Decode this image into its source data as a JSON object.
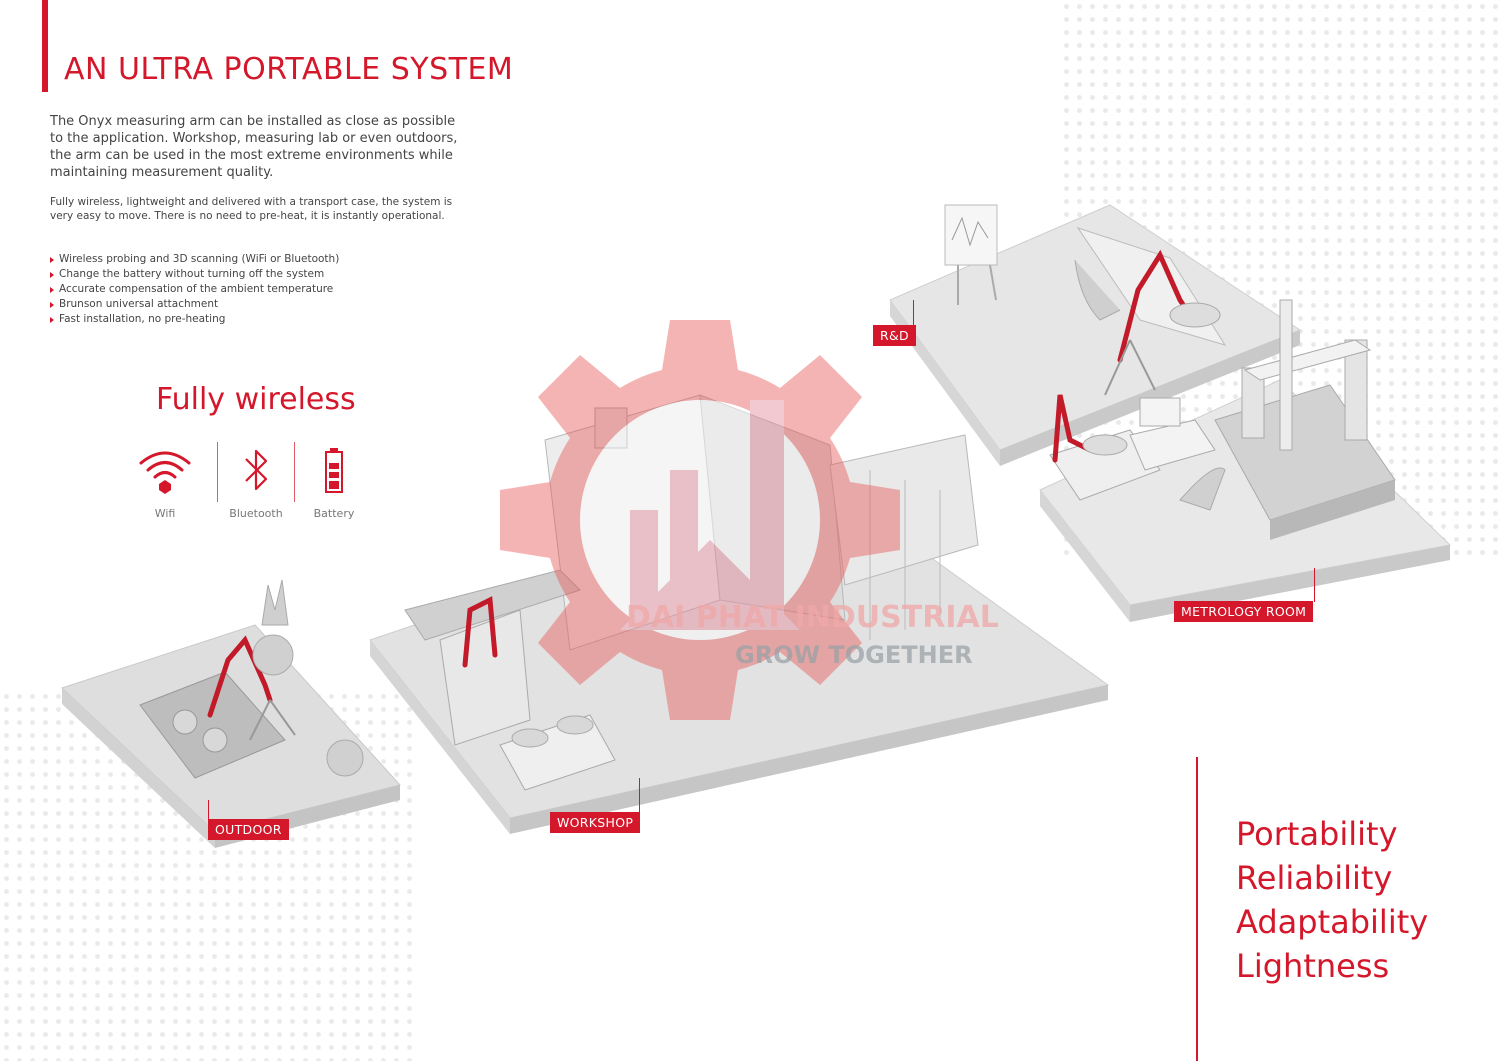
{
  "header": {
    "title": "AN ULTRA PORTABLE SYSTEM"
  },
  "intro": {
    "paragraph1": "The Onyx measuring arm can be installed as close as possible to the application. Workshop, measuring lab or even outdoors, the arm can be used in the most extreme environments while maintaining measurement quality.",
    "paragraph2": "Fully wireless, lightweight and delivered with a transport case, the system is very easy to move. There is no need to pre-heat, it is instantly operational."
  },
  "features": [
    "Wireless probing and 3D scanning (WiFi or Bluetooth)",
    "Change the battery without turning off the system",
    "Accurate compensation of the ambient temperature",
    "Brunson universal attachment",
    "Fast installation, no pre-heating"
  ],
  "wireless": {
    "title": "Fully wireless",
    "icons": [
      {
        "label": "Wifi",
        "icon": "wifi-icon"
      },
      {
        "label": "Bluetooth",
        "icon": "bluetooth-icon"
      },
      {
        "label": "Battery",
        "icon": "battery-icon"
      }
    ]
  },
  "zones": {
    "rd": "R&D",
    "metrology": "METROLOGY ROOM",
    "outdoor": "OUTDOOR",
    "workshop": "WORKSHOP"
  },
  "watermark": {
    "line1": "DAI PHAT INDUSTRIAL",
    "line2": "GROW TOGETHER"
  },
  "qualities": [
    "Portability",
    "Reliability",
    "Adaptability",
    "Lightness"
  ],
  "colors": {
    "accent": "#d4172a",
    "text": "#444444",
    "floor": "#dedede"
  }
}
